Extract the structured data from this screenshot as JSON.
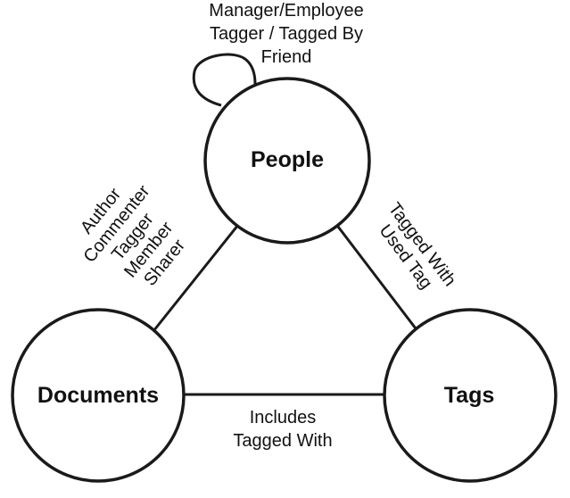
{
  "nodes": {
    "people": "People",
    "documents": "Documents",
    "tags": "Tags"
  },
  "edges": {
    "people_self": [
      "Manager/Employee",
      "Tagger / Tagged By",
      "Friend"
    ],
    "people_documents": [
      "Author",
      "Commenter",
      "Tagger",
      "Member",
      "Sharer"
    ],
    "people_tags": [
      "Tagged With",
      "Used Tag"
    ],
    "documents_tags": [
      "Includes",
      "Tagged With"
    ]
  },
  "colors": {
    "stroke": "#1a1a1a",
    "text": "#111111",
    "background": "#ffffff"
  }
}
